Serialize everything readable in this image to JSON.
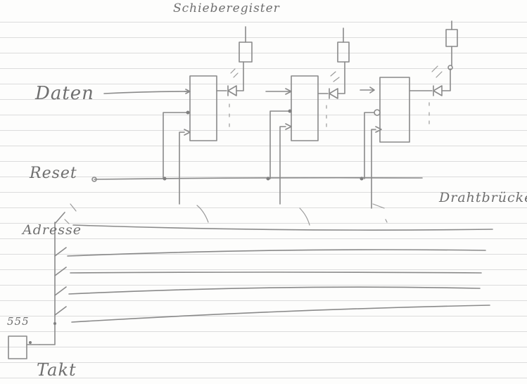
{
  "labels": {
    "shift_register": "Schieberegister",
    "data": "Daten",
    "reset": "Reset",
    "address": "Adresse",
    "wire_bridge": "Drahtbrücke",
    "timer": "555",
    "clock": "Takt"
  },
  "colors": {
    "ink": "#8a8a8a",
    "paper": "#fdfdfc",
    "ruling": "#dcdcdc"
  }
}
